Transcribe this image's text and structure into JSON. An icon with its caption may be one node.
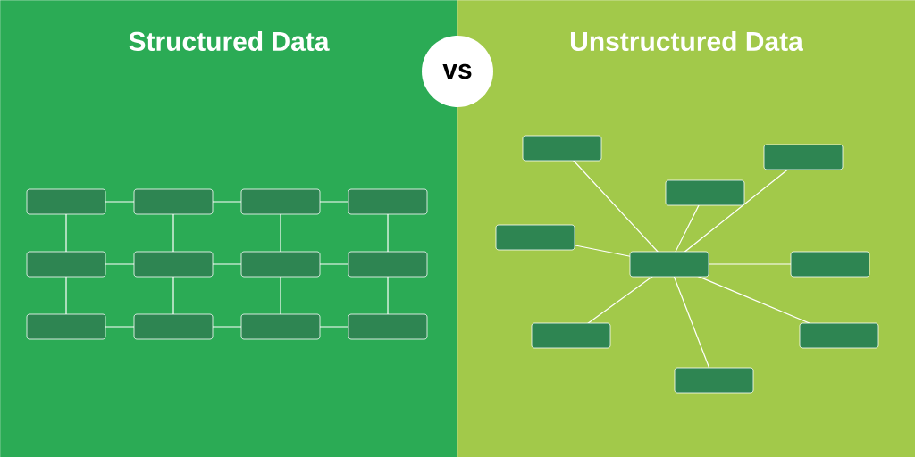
{
  "diagram": {
    "nodes": [
      {
        "text": [
          "Structured Data"
        ]
      },
      {
        "text": [
          "vs"
        ]
      },
      {
        "text": [
          "Unstructured Data"
        ]
      },
      {
        "text": [],
        "shape": "box",
        "in": 0
      },
      {
        "text": [],
        "shape": "box",
        "in": 0
      },
      {
        "text": [],
        "shape": "box",
        "in": 0
      },
      {
        "text": [],
        "shape": "box",
        "in": 0
      },
      {
        "text": [],
        "shape": "box",
        "in": 0
      },
      {
        "text": [],
        "shape": "box",
        "in": 0
      },
      {
        "text": [],
        "shape": "box",
        "in": 0
      },
      {
        "text": [],
        "shape": "box",
        "in": 0
      },
      {
        "text": [],
        "shape": "box",
        "in": 0
      },
      {
        "text": [],
        "shape": "box",
        "in": 0
      },
      {
        "text": [],
        "shape": "box",
        "in": 0
      },
      {
        "text": [],
        "shape": "box",
        "in": 0
      },
      {
        "text": [],
        "shape": "box",
        "in": 2
      },
      {
        "text": [],
        "shape": "box",
        "in": 2
      },
      {
        "text": [],
        "shape": "box",
        "in": 2
      },
      {
        "text": [],
        "shape": "box",
        "in": 2
      },
      {
        "text": [],
        "shape": "box",
        "in": 2
      },
      {
        "text": [],
        "shape": "box",
        "in": 2
      },
      {
        "text": [],
        "shape": "box",
        "in": 2
      },
      {
        "text": [],
        "shape": "box",
        "in": 2
      },
      {
        "text": [],
        "shape": "box",
        "in": 2
      }
    ],
    "edges": [
      {
        "from": 3,
        "to": 4,
        "arrow": "none"
      },
      {
        "from": 4,
        "to": 5,
        "arrow": "none"
      },
      {
        "from": 5,
        "to": 6,
        "arrow": "none"
      },
      {
        "from": 7,
        "to": 8,
        "arrow": "none"
      },
      {
        "from": 8,
        "to": 9,
        "arrow": "none"
      },
      {
        "from": 9,
        "to": 10,
        "arrow": "none"
      },
      {
        "from": 11,
        "to": 12,
        "arrow": "none"
      },
      {
        "from": 12,
        "to": 13,
        "arrow": "none"
      },
      {
        "from": 13,
        "to": 14,
        "arrow": "none"
      },
      {
        "from": 3,
        "to": 7,
        "arrow": "none"
      },
      {
        "from": 4,
        "to": 8,
        "arrow": "none"
      },
      {
        "from": 5,
        "to": 9,
        "arrow": "none"
      },
      {
        "from": 6,
        "to": 10,
        "arrow": "none"
      },
      {
        "from": 7,
        "to": 11,
        "arrow": "none"
      },
      {
        "from": 8,
        "to": 12,
        "arrow": "none"
      },
      {
        "from": 9,
        "to": 13,
        "arrow": "none"
      },
      {
        "from": 10,
        "to": 14,
        "arrow": "none"
      },
      {
        "from": 19,
        "to": 15,
        "arrow": "none"
      },
      {
        "from": 19,
        "to": 16,
        "arrow": "none"
      },
      {
        "from": 19,
        "to": 17,
        "arrow": "none"
      },
      {
        "from": 19,
        "to": 18,
        "arrow": "none"
      },
      {
        "from": 19,
        "to": 20,
        "arrow": "none"
      },
      {
        "from": 19,
        "to": 21,
        "arrow": "none"
      },
      {
        "from": 19,
        "to": 22,
        "arrow": "none"
      },
      {
        "from": 19,
        "to": 23,
        "arrow": "none"
      }
    ]
  }
}
